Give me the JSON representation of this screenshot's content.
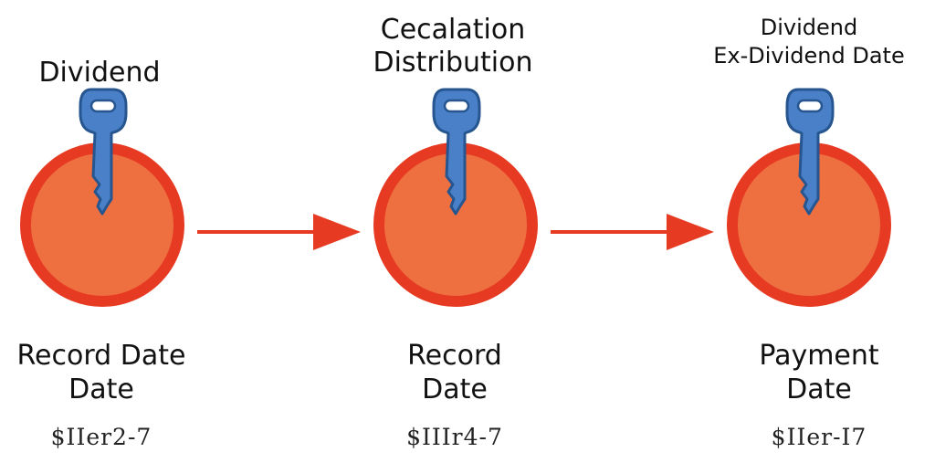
{
  "colors": {
    "circle_outer": "#E63A22",
    "circle_inner": "#EE7040",
    "key_fill": "#4A80C8",
    "key_stroke": "#26558F",
    "arrow": "#E63A22"
  },
  "stages": [
    {
      "top_lines": [
        "Dividend"
      ],
      "bottom_lines": [
        "Record Date",
        "Date"
      ],
      "code": "$IIer2-7",
      "icon": "key-icon"
    },
    {
      "top_lines": [
        "Cecalation",
        "Distribution"
      ],
      "bottom_lines": [
        "Record",
        "Date"
      ],
      "code": "$IIIr4-7",
      "icon": "key-icon"
    },
    {
      "top_lines": [
        "Dividend",
        "Ex-Dividend Date"
      ],
      "bottom_lines": [
        "Payment",
        "Date"
      ],
      "code": "$IIer-I7",
      "icon": "key-icon"
    }
  ],
  "arrows": [
    {
      "from": 0,
      "to": 1
    },
    {
      "from": 1,
      "to": 2
    }
  ]
}
